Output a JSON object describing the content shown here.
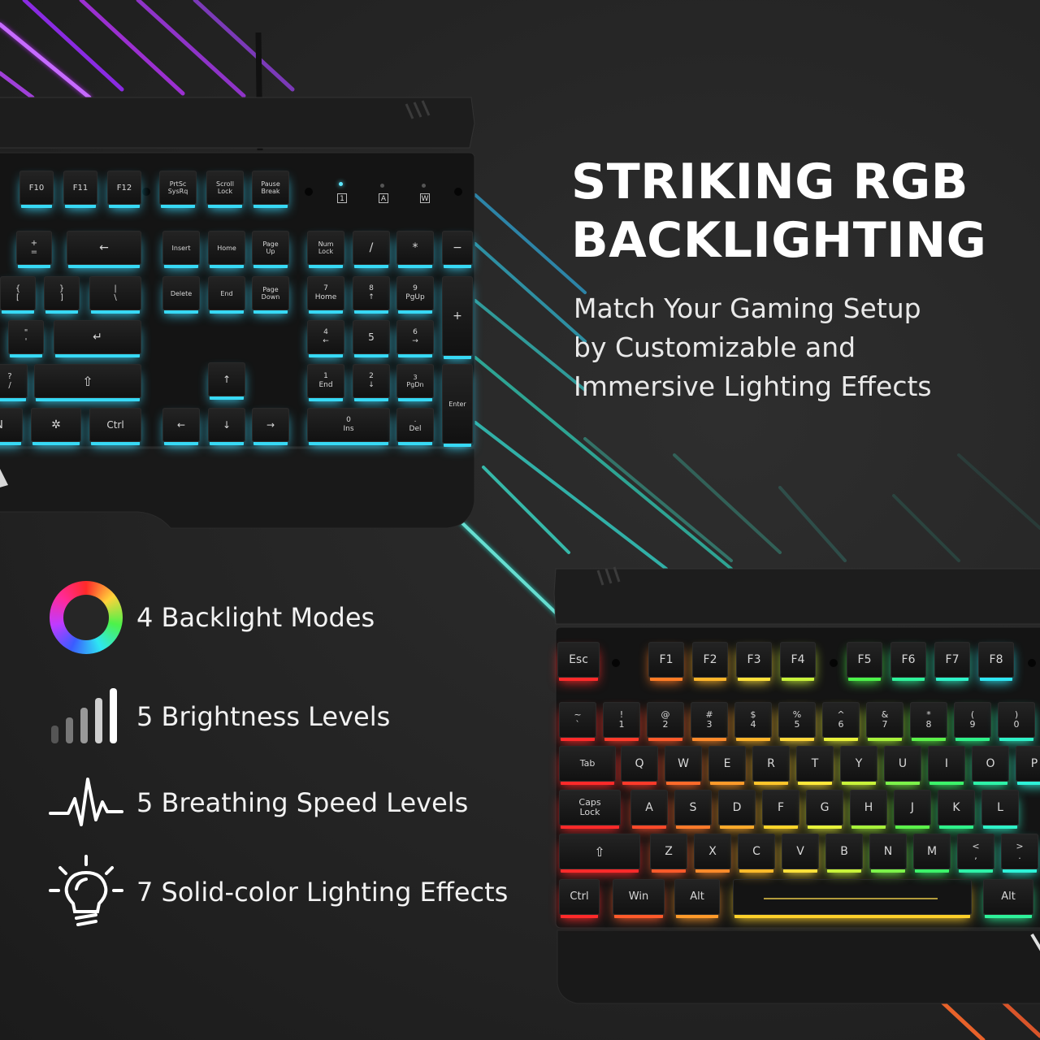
{
  "headline": {
    "line1": "STRIKING RGB",
    "line2": "BACKLIGHTING"
  },
  "subheadline": {
    "line1": "Match Your Gaming Setup",
    "line2": "by Customizable and",
    "line3": "Immersive Lighting Effects"
  },
  "features": [
    {
      "label": "4 Backlight Modes",
      "icon": "color-wheel-icon"
    },
    {
      "label": "5 Brightness Levels",
      "icon": "signal-bars-icon"
    },
    {
      "label": "5 Breathing Speed Levels",
      "icon": "pulse-wave-icon"
    },
    {
      "label": "7 Solid-color Lighting Effects",
      "icon": "light-bulb-icon"
    }
  ],
  "keyboard_top": {
    "indicators": [
      "1",
      "A",
      "W"
    ],
    "keys": [
      "F10",
      "F11",
      "F12",
      "PrtSc\nSysRq",
      "Scroll\nLock",
      "Pause\nBreak",
      "+\n=",
      "←",
      "Insert",
      "Home",
      "Page\nUp",
      "Num\nLock",
      "/",
      "*",
      "−",
      "{\n[",
      "}\n]",
      "|\n\\",
      "Delete",
      "End",
      "Page\nDown",
      "7\nHome",
      "8\n↑",
      "9\nPgUp",
      "+",
      "\"\n'",
      "↵",
      "4\n←",
      "5",
      "6\n→",
      "?\n/",
      "⇧",
      "↑",
      "1\nEnd",
      "2\n↓",
      "3\nPgDn",
      "Enter",
      "N",
      "✲",
      "Ctrl",
      "←",
      "↓",
      "→",
      "0\nIns",
      ".\nDel"
    ]
  },
  "keyboard_bottom": {
    "keys": [
      "Esc",
      "F1",
      "F2",
      "F3",
      "F4",
      "F5",
      "F6",
      "F7",
      "F8",
      "~\n`",
      "!\n1",
      "@\n2",
      "#\n3",
      "$\n4",
      "%\n5",
      "^\n6",
      "&\n7",
      "*\n8",
      "(\n9",
      ")\n0",
      "Tab",
      "Q",
      "W",
      "E",
      "R",
      "T",
      "Y",
      "U",
      "I",
      "O",
      "P",
      "Caps\nLock",
      "A",
      "S",
      "D",
      "F",
      "G",
      "H",
      "J",
      "K",
      "L",
      "⇧",
      "Z",
      "X",
      "C",
      "V",
      "B",
      "N",
      "M",
      "<\n,",
      ">\n.",
      "Ctrl",
      "Win",
      "Alt",
      "Alt"
    ]
  },
  "colors": {
    "cyan_glow": "#37d9f5",
    "background": "#242424",
    "headline": "#ffffff"
  }
}
